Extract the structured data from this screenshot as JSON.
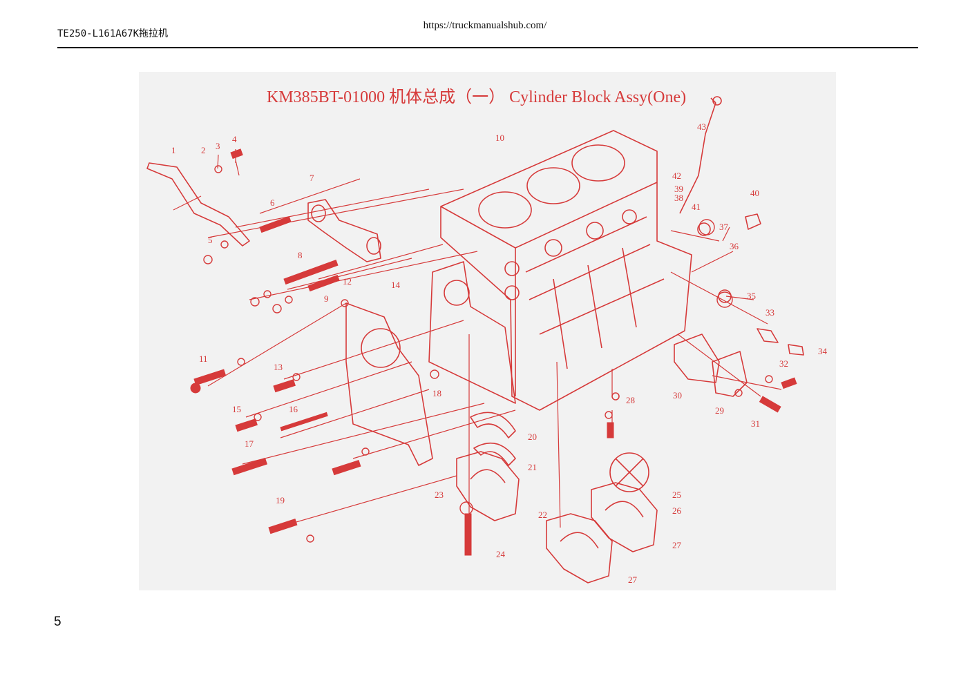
{
  "header": {
    "doc_code": "TE250-L161A67K拖拉机",
    "url": "https://truckmanualshub.com/"
  },
  "diagram": {
    "title": "KM385BT-01000 机体总成（一） Cylinder Block Assy(One)",
    "stroke_color": "#d63a3a",
    "plate_color": "#f2f2f2",
    "callouts": {
      "c1": "1",
      "c2": "2",
      "c3": "3",
      "c4": "4",
      "c5": "5",
      "c6": "6",
      "c7": "7",
      "c8": "8",
      "c9": "9",
      "c10": "10",
      "c11": "11",
      "c12": "12",
      "c13": "13",
      "c14": "14",
      "c15": "15",
      "c16": "16",
      "c17": "17",
      "c18": "18",
      "c19": "19",
      "c20": "20",
      "c21": "21",
      "c22": "22",
      "c23": "23",
      "c24": "24",
      "c25": "25",
      "c26": "26",
      "c27": "27",
      "c28": "28",
      "c29": "29",
      "c30": "30",
      "c31": "31",
      "c32": "32",
      "c33": "33",
      "c34": "34",
      "c35": "35",
      "c36": "36",
      "c37": "37",
      "c38": "38",
      "c39": "39",
      "c40": "40",
      "c41": "41",
      "c42": "42",
      "c43": "43"
    }
  },
  "footer": {
    "page_number": "5"
  }
}
